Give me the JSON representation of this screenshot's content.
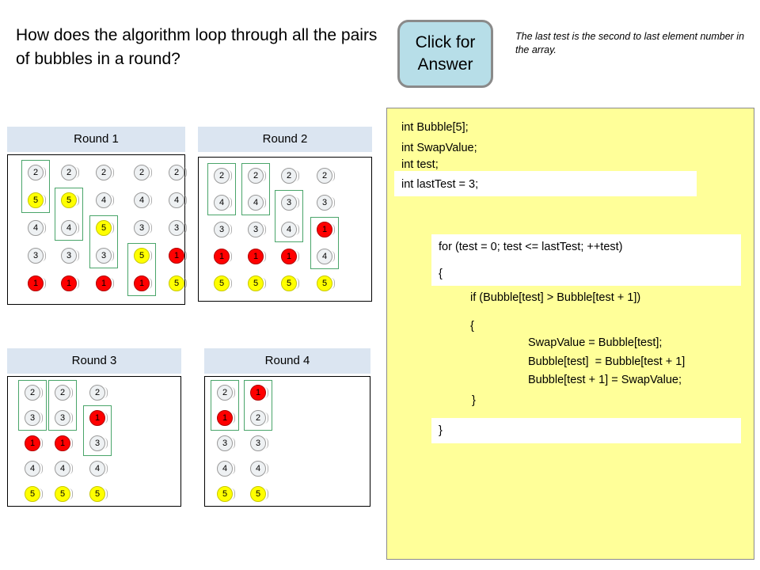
{
  "question": "How does the algorithm loop through all the pairs of bubbles in a round?",
  "answer_button": "Click for Answer",
  "note": "The last test is the second to last element number in the array.",
  "rounds": [
    {
      "label": "Round 1",
      "cols": [
        [
          "2",
          "5",
          "4",
          "3",
          "1"
        ],
        [
          "2",
          "5",
          "4",
          "3",
          "1"
        ],
        [
          "2",
          "4",
          "5",
          "3",
          "1"
        ],
        [
          "2",
          "4",
          "3",
          "5",
          "1"
        ],
        [
          "2",
          "4",
          "3",
          "1",
          "5"
        ]
      ]
    },
    {
      "label": "Round 2",
      "cols": [
        [
          "2",
          "4",
          "3",
          "1",
          "5"
        ],
        [
          "2",
          "4",
          "3",
          "1",
          "5"
        ],
        [
          "2",
          "3",
          "4",
          "1",
          "5"
        ],
        [
          "2",
          "3",
          "1",
          "4",
          "5"
        ]
      ]
    },
    {
      "label": "Round 3",
      "cols": [
        [
          "2",
          "3",
          "1",
          "4",
          "5"
        ],
        [
          "2",
          "3",
          "1",
          "4",
          "5"
        ],
        [
          "2",
          "1",
          "3",
          "4",
          "5"
        ]
      ]
    },
    {
      "label": "Round 4",
      "cols": [
        [
          "2",
          "1",
          "3",
          "4",
          "5"
        ],
        [
          "1",
          "2",
          "3",
          "4",
          "5"
        ]
      ]
    }
  ],
  "code": {
    "line1": "int Bubble[5];",
    "line2": "int SwapValue;",
    "line3": "int test;",
    "line4": "int lastTest = 3;",
    "for_line": "for (test = 0; test <= lastTest; ++test)",
    "open_brace": "{",
    "if_line": "if (Bubble[test] > Bubble[test + 1])",
    "if_open": "{",
    "swap1": "SwapValue = Bubble[test];",
    "swap2": "Bubble[test]  = Bubble[test + 1]",
    "swap3": "Bubble[test + 1] = SwapValue;",
    "if_close": "}",
    "close_brace": "}"
  },
  "colors": {
    "panel": "#ffff99",
    "label_bg": "#dbe5f1",
    "button_bg": "#b7dee8",
    "pair_box": "#4aa56a",
    "bubble_1": "#ff0000",
    "bubble_5": "#ffff00",
    "bubble_other": "#eef1f3"
  }
}
